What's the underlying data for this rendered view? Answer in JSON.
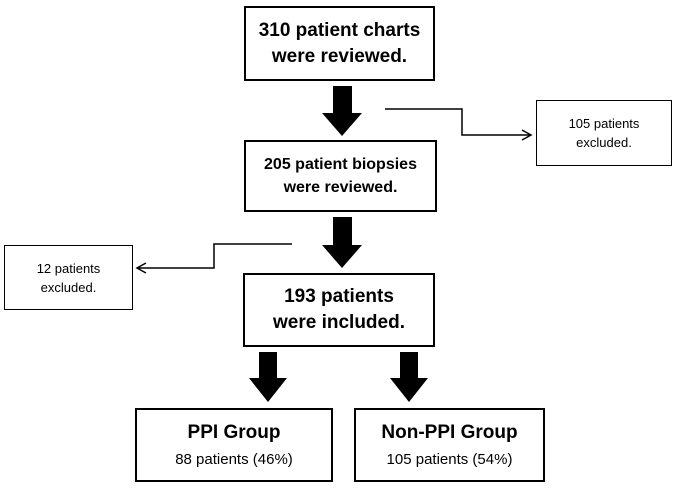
{
  "nodes": {
    "charts": {
      "line1": "310 patient charts",
      "line2": "were reviewed."
    },
    "biopsies": {
      "line1": "205 patient biopsies",
      "line2": "were reviewed."
    },
    "included": {
      "line1": "193 patients",
      "line2": "were included."
    },
    "excluded_right": {
      "line1": "105 patients",
      "line2": "excluded."
    },
    "excluded_left": {
      "line1": "12 patients",
      "line2": "excluded."
    },
    "ppi": {
      "title": "PPI Group",
      "detail": "88 patients (46%)"
    },
    "non_ppi": {
      "title": "Non-PPI Group",
      "detail": "105 patients (54%)"
    }
  },
  "colors": {
    "stroke": "#000000",
    "background": "#ffffff"
  }
}
